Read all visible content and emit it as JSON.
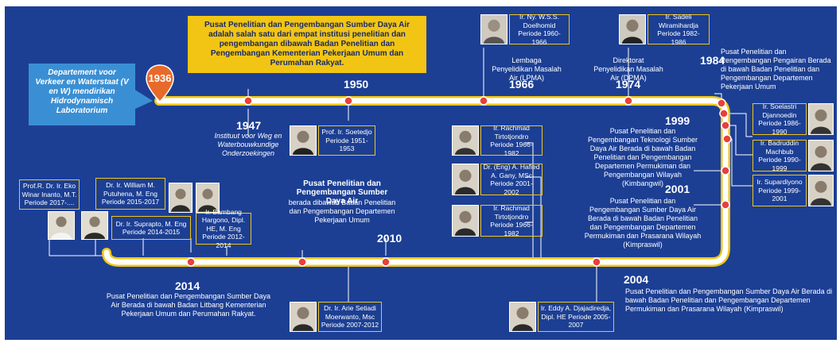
{
  "intro_box": "Pusat Penelitian dan Pengembangan Sumber Daya Air adalah salah satu dari empat institusi penelitian dan pengembangan dibawah Badan Penelitian dan Pengembangan Kementerian Pekerjaan Umum dan Perumahan Rakyat.",
  "origin": {
    "year": "1936",
    "text": "Departement voor Verkeer en Waterstaat (V en W) mendirikan Hidrodynamisch Laboratorium"
  },
  "events": {
    "e1947": {
      "year": "1947",
      "text": "Instituut voor Weg en Waterbouwkundige Onderzoekingen"
    },
    "e1950": {
      "year": "1950"
    },
    "e1966": {
      "year": "1966",
      "text": "Lembaga Penyelidikan Masalah Air (LPMA)"
    },
    "e1974": {
      "year": "1974",
      "text": "Direktorat Penyelidikan Masalah Air (DPMA)"
    },
    "e1984": {
      "year": "1984",
      "text": "Pusat Penelitian dan Pengembangan Pengairan Berada di bawah Badan Penelitian dan Pengembangan Departemen Pekerjaan Umum"
    },
    "e1999": {
      "year": "1999",
      "text": "Pusat Penelitian dan Pengembangan Teknologi Sumber Daya Air Berada di bawah Badan Penelitian dan Pengembangan Departemen Permukiman dan Pengembangan Wilayah (Kimbangwil)"
    },
    "e2001": {
      "year": "2001",
      "text": "Pusat Penelitian dan Pengembangan Sumber Daya Air Berada di bawah Badan Penelitian dan Pengembangan Departemen Permukiman dan Prasarana Wilayah (Kimpraswil)"
    },
    "e2004": {
      "year": "2004",
      "text": "Pusat Penelitian dan Pengembangan Sumber Daya Air Berada di bawah Badan Penelitian dan Pengembangan Departemen Permukiman dan Prasarana Wilayah (Kimpraswil)"
    },
    "e2010": {
      "year": "2010",
      "title": "Pusat Penelitian dan Pengembangan Sumber Daya Air",
      "text": "berada dibawah Badan Penelitian dan Pengembangan Departemen Pekerjaan Umum"
    },
    "e2014": {
      "year": "2014",
      "text": "Pusat Penelitian dan Pengembangan Sumber Daya Air Berada di bawah Badan Litbang Kementerian Pekerjaan Umum dan Perumahan Rakyat."
    }
  },
  "leaders": {
    "doelhomid": "Ir. Ny. W.S.S. Doelhomid Periode 1960-1966",
    "wiramihardja": "Ir. Sadeli Wiramihardja Periode 1982-1986",
    "soetedjo": "Prof. Ir. Soetedjo Periode 1951-1953",
    "tirto1": "Ir. Rachmad Tirtotjondro Periode 1966-1982",
    "hafied": "Dr. (Eng) A. Hafied A. Gany, MSc Periode 2001-2002",
    "tirto2": "Ir. Rachmad Tirtotjondro Periode 1966-1982",
    "djanoedin": "Ir. Soelastri Djannoedin Periode 1986-1990",
    "machbub": "Ir. Badruddin Machbub Periode 1990-1999",
    "supardiyono": "Ir. Supardiyono Periode 1999-2001",
    "djajadiredja": "Ir. Eddy A. Djajadiredja, Dipl. HE Periode 2005-2007",
    "moerwanto": "Dr. Ir. Arie Setiadi Moerwanto, Msc Periode 2007-2012",
    "hargono": "Ir. Bambang Hargono, Dipl. HE, M. Eng Periode 2012-2014",
    "suprapto": "Dr. Ir. Suprapto, M. Eng Periode 2014-2015",
    "putuhena": "Dr. Ir. William M. Putuhena, M. Eng Periode 2015-2017",
    "inarto": "Prof.R. Dr. Ir. Eko Winar Inanto, M.T. Periode 2017-...."
  },
  "colors": {
    "background": "#1c3f94",
    "track": "#f2c515",
    "marker": "#e8403a",
    "intro_fill": "#f2c515",
    "origin_fill": "#3a8fd4",
    "badge": "#e86a2b"
  }
}
